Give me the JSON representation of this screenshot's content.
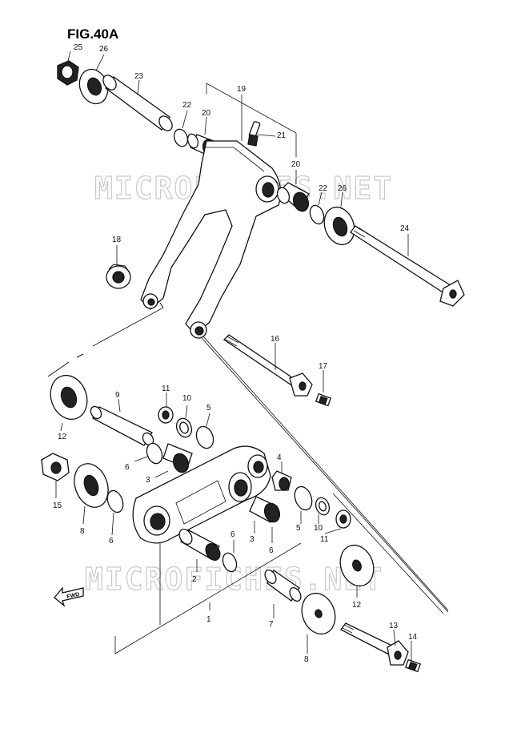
{
  "figure_title": "FIG.40A",
  "watermark": "MICROFICHES.NET",
  "forward_marker": "FWD",
  "callouts": [
    "25",
    "26",
    "23",
    "22",
    "20",
    "19",
    "21",
    "20",
    "22",
    "26",
    "24",
    "18",
    "16",
    "17",
    "11",
    "10",
    "5",
    "9",
    "12",
    "6",
    "3",
    "15",
    "8",
    "6",
    "4",
    "5",
    "10",
    "11",
    "3",
    "6",
    "2",
    "6",
    "12",
    "7",
    "1",
    "8",
    "13",
    "14"
  ]
}
